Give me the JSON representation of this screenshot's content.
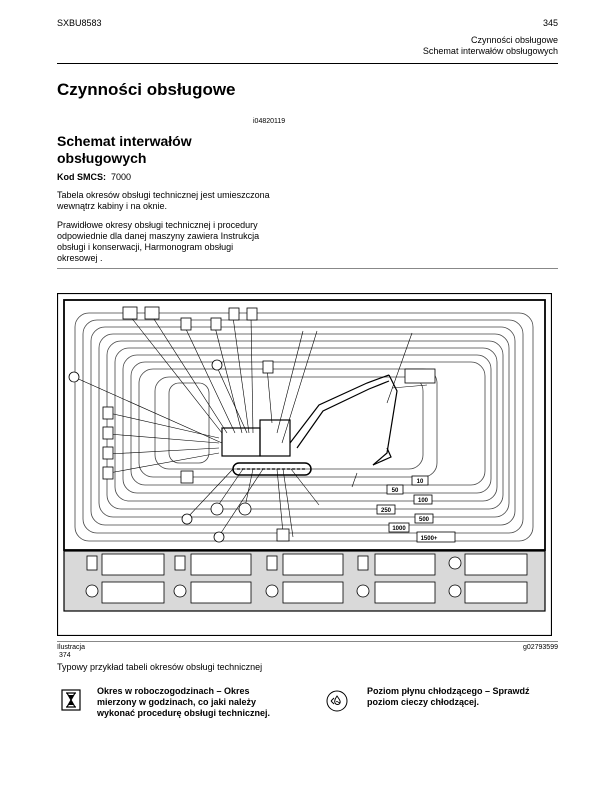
{
  "header": {
    "doc_code": "SXBU8583",
    "page_number": "345",
    "section": "Czynności obsługowe",
    "subsection": "Schemat interwałów obsługowych"
  },
  "main": {
    "title": "Czynności obsługowe",
    "ref_id": "i04820119",
    "subtitle_line1": "Schemat interwałów",
    "subtitle_line2": "obsługowych",
    "smcs_label": "Kod SMCS:",
    "smcs_value": "7000",
    "para1_line1": "Tabela okresów obsługi technicznej jest umieszczona",
    "para1_line2": "wewnątrz kabiny i na oknie.",
    "para2_line1": "Prawidłowe okresy obsługi technicznej i procedury",
    "para2_line2": "odpowiednie dla danej maszyny zawiera Instrukcja",
    "para2_line3": "obsługi i konserwacji, Harmonogram obsługi",
    "para2_line4": "okresowej ."
  },
  "figure": {
    "interval_labels": [
      "10",
      "50",
      "100",
      "250",
      "500",
      "1000",
      "1500+"
    ],
    "illustration_label": "Ilustracja",
    "illustration_number": "374",
    "graphic_id": "g02793599",
    "caption": "Typowy przykład tabeli okresów obsługi technicznej"
  },
  "legend": {
    "item1_line1": "Okres w roboczogodzinach – Okres",
    "item1_line2": "mierzony w godzinach, co jaki należy",
    "item1_line3": "wykonać procedurę obsługi technicznej.",
    "item1_icon": "hourglass-icon",
    "item2_line1": "Poziom płynu chłodzącego – Sprawdź",
    "item2_line2": "poziom cieczy chłodzącej.",
    "item2_icon": "coolant-level-icon"
  }
}
